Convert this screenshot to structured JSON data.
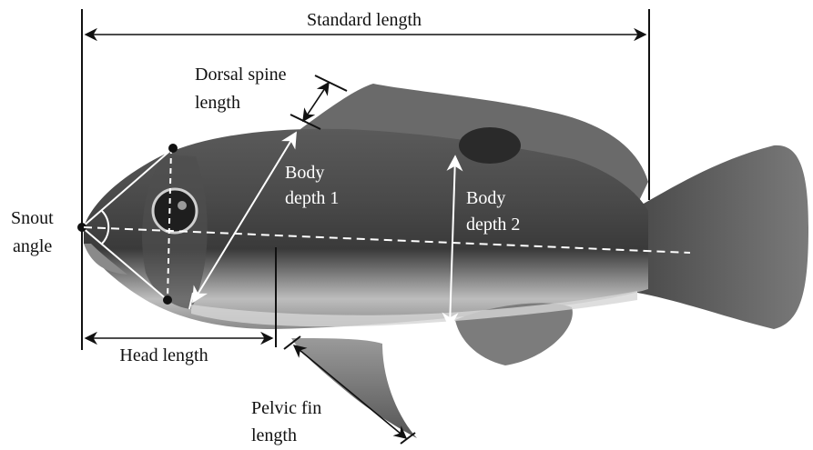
{
  "figure": {
    "labels": {
      "standard_length": "Standard length",
      "dorsal_spine_line1": "Dorsal spine",
      "dorsal_spine_line2": "length",
      "body_depth_1_line1": "Body",
      "body_depth_1_line2": "depth 1",
      "body_depth_2_line1": "Body",
      "body_depth_2_line2": "depth 2",
      "snout_line1": "Snout",
      "snout_line2": "angle",
      "head_length": "Head length",
      "pelvic_fin_line1": "Pelvic fin",
      "pelvic_fin_line2": "length"
    },
    "colors": {
      "ink": "#111111",
      "measurement_white": "#ffffff",
      "fish_dark": "#3a3a3a",
      "fish_mid": "#6e6e6e",
      "fish_light": "#b8b8b8"
    }
  }
}
